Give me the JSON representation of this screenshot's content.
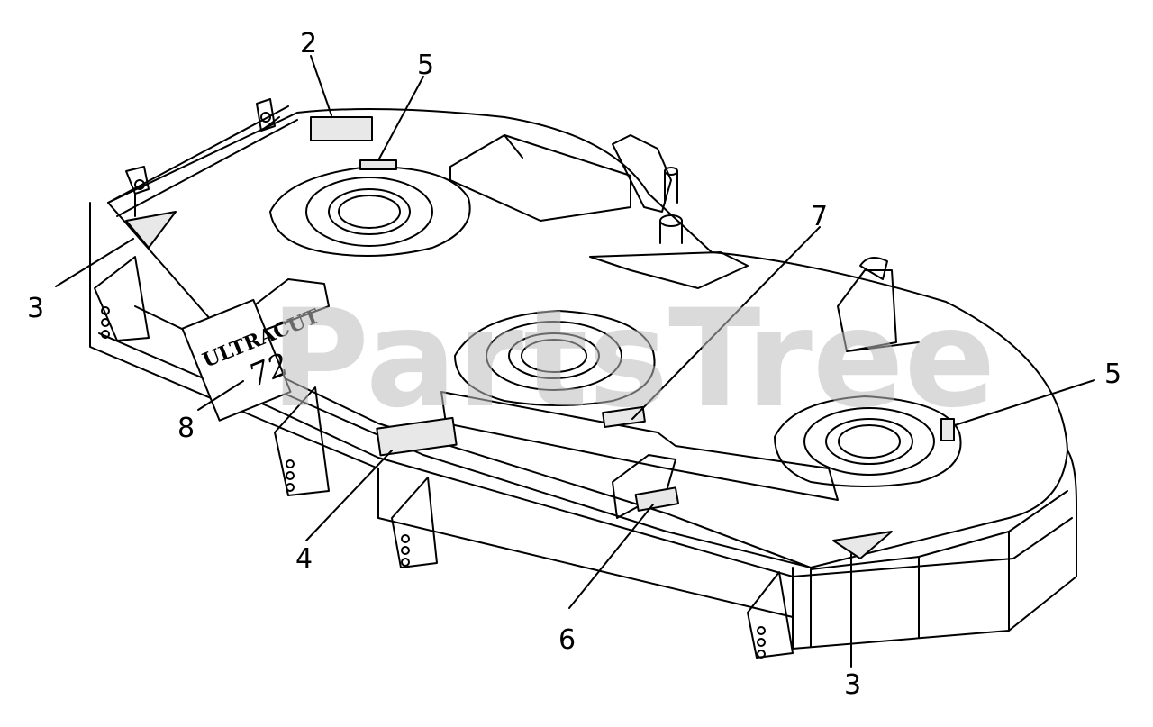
{
  "watermark": "PartsTree",
  "deck_logo": {
    "brand": "ULTRACUT",
    "size": "72"
  },
  "callouts": [
    {
      "id": "c-2",
      "label": "2"
    },
    {
      "id": "c-5a",
      "label": "5"
    },
    {
      "id": "c-7",
      "label": "7"
    },
    {
      "id": "c-3a",
      "label": "3"
    },
    {
      "id": "c-5b",
      "label": "5"
    },
    {
      "id": "c-8",
      "label": "8"
    },
    {
      "id": "c-4",
      "label": "4"
    },
    {
      "id": "c-6",
      "label": "6"
    },
    {
      "id": "c-3b",
      "label": "3"
    }
  ]
}
